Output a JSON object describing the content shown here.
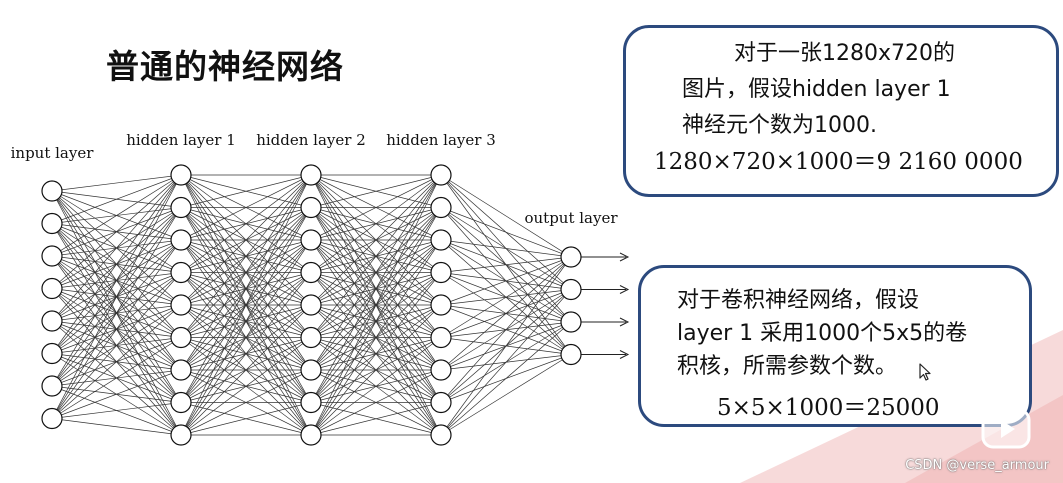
{
  "title": "普通的神经网络",
  "network": {
    "layers": [
      {
        "label": "input layer",
        "nodes": 8
      },
      {
        "label": "hidden layer 1",
        "nodes": 9
      },
      {
        "label": "hidden layer 2",
        "nodes": 9
      },
      {
        "label": "hidden layer 3",
        "nodes": 9
      },
      {
        "label": "output layer",
        "nodes": 4
      }
    ]
  },
  "callout_fc": {
    "line1": "对于一张1280x720的",
    "line2": "图片，假设hidden layer 1",
    "line3": "神经元个数为1000.",
    "formula": "1280×720×1000＝9 2160 0000"
  },
  "callout_conv": {
    "line1": "对于卷积神经网络，假设",
    "line2": "layer 1 采用1000个5x5的卷",
    "line3": "积核，所需参数个数。",
    "formula": "5×5×1000＝25000"
  },
  "watermark": "CSDN @verse_armour",
  "icons": {
    "logo": "bilibili-tv-icon",
    "cursor": "mouse-cursor-icon"
  },
  "colors": {
    "callout_border": "#2c4a7e",
    "triangle": "#f3c9c9"
  }
}
